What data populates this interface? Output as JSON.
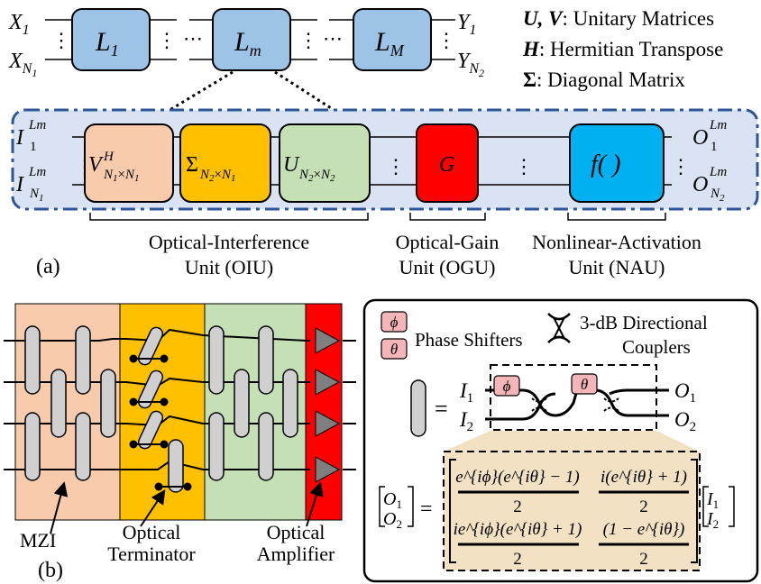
{
  "top": {
    "inputs": {
      "first": "X",
      "first_sub": "1",
      "last": "X",
      "last_sub": "N",
      "last_subsub": "1"
    },
    "outputs": {
      "first": "Y",
      "first_sub": "1",
      "last": "Y",
      "last_sub": "N",
      "last_subsub": "2"
    },
    "layers": [
      {
        "name": "L",
        "sub": "1"
      },
      {
        "name": "L",
        "sub": "m"
      },
      {
        "name": "L",
        "sub": "M"
      }
    ],
    "ellipsis": "⋯",
    "vdots": "⋮"
  },
  "legend_top": [
    {
      "symbol": "U, V",
      "text": ": Unitary Matrices"
    },
    {
      "symbol": "H",
      "text": ": Hermitian Transpose"
    },
    {
      "symbol": "Σ",
      "text": ": Diagonal Matrix"
    }
  ],
  "layer_detail": {
    "in_top": "I",
    "in_top_sup": "Lm",
    "in_top_sub": "1",
    "in_bot": "I",
    "in_bot_sup": "Lm",
    "in_bot_sub": "N",
    "in_bot_subsub": "1",
    "out_top": "O",
    "out_top_sup": "Lm",
    "out_top_sub": "1",
    "out_bot": "O",
    "out_bot_sup": "Lm",
    "out_bot_sub": "N",
    "out_bot_subsub": "2",
    "blocks": [
      {
        "main": "V",
        "sup": "H",
        "sub": "N",
        "sub2": "1",
        "x": "×",
        "sub3": "N",
        "sub4": "1",
        "color": "#f8cbad"
      },
      {
        "main": "Σ",
        "sub": "N",
        "sub2": "2",
        "x": "×",
        "sub3": "N",
        "sub4": "1",
        "color": "#ffc000"
      },
      {
        "main": "U",
        "sub": "N",
        "sub2": "2",
        "x": "×",
        "sub3": "N",
        "sub4": "2",
        "color": "#c5e0b4"
      },
      {
        "main": "G",
        "color": "#ff0000"
      },
      {
        "main": "f( )",
        "color": "#00b0f0"
      }
    ],
    "units": [
      {
        "line1": "Optical-Interference",
        "line2": "Unit (OIU)"
      },
      {
        "line1": "Optical-Gain",
        "line2": "Unit (OGU)"
      },
      {
        "line1": "Nonlinear-Activation",
        "line2": "Unit (NAU)"
      }
    ],
    "label": "(a)"
  },
  "circuit": {
    "labels": {
      "mzi": "MZI",
      "terminator_1": "Optical",
      "terminator_2": "Terminator",
      "amplifier_1": "Optical",
      "amplifier_2": "Amplifier"
    },
    "label": "(b)",
    "colors": {
      "oiu_v": "#f8cbad",
      "oiu_sigma": "#ffc000",
      "oiu_u": "#c5e0b4",
      "ogu": "#ff0000"
    }
  },
  "legend_b": {
    "phase_symbols": [
      "ϕ",
      "θ"
    ],
    "phase_text": "Phase Shifters",
    "coupler_text_1": "3-dB Directional",
    "coupler_text_2": "Couplers",
    "equals": "=",
    "i1": "I",
    "i1_sub": "1",
    "i2": "I",
    "i2_sub": "2",
    "o1": "O",
    "o1_sub": "1",
    "o2": "O",
    "o2_sub": "2",
    "matrix": {
      "lhs_top": "O",
      "lhs_top_sub": "1",
      "lhs_bot": "O",
      "lhs_bot_sub": "2",
      "m11_num": "e^{iϕ}(e^{iθ} − 1)",
      "m12_num": "i(e^{iθ} + 1)",
      "m21_num": "ie^{iϕ}(e^{iθ} + 1)",
      "m22_num": "(1 − e^{iθ})",
      "den": "2",
      "rhs_top": "I",
      "rhs_top_sub": "1",
      "rhs_bot": "I",
      "rhs_bot_sub": "2"
    }
  }
}
